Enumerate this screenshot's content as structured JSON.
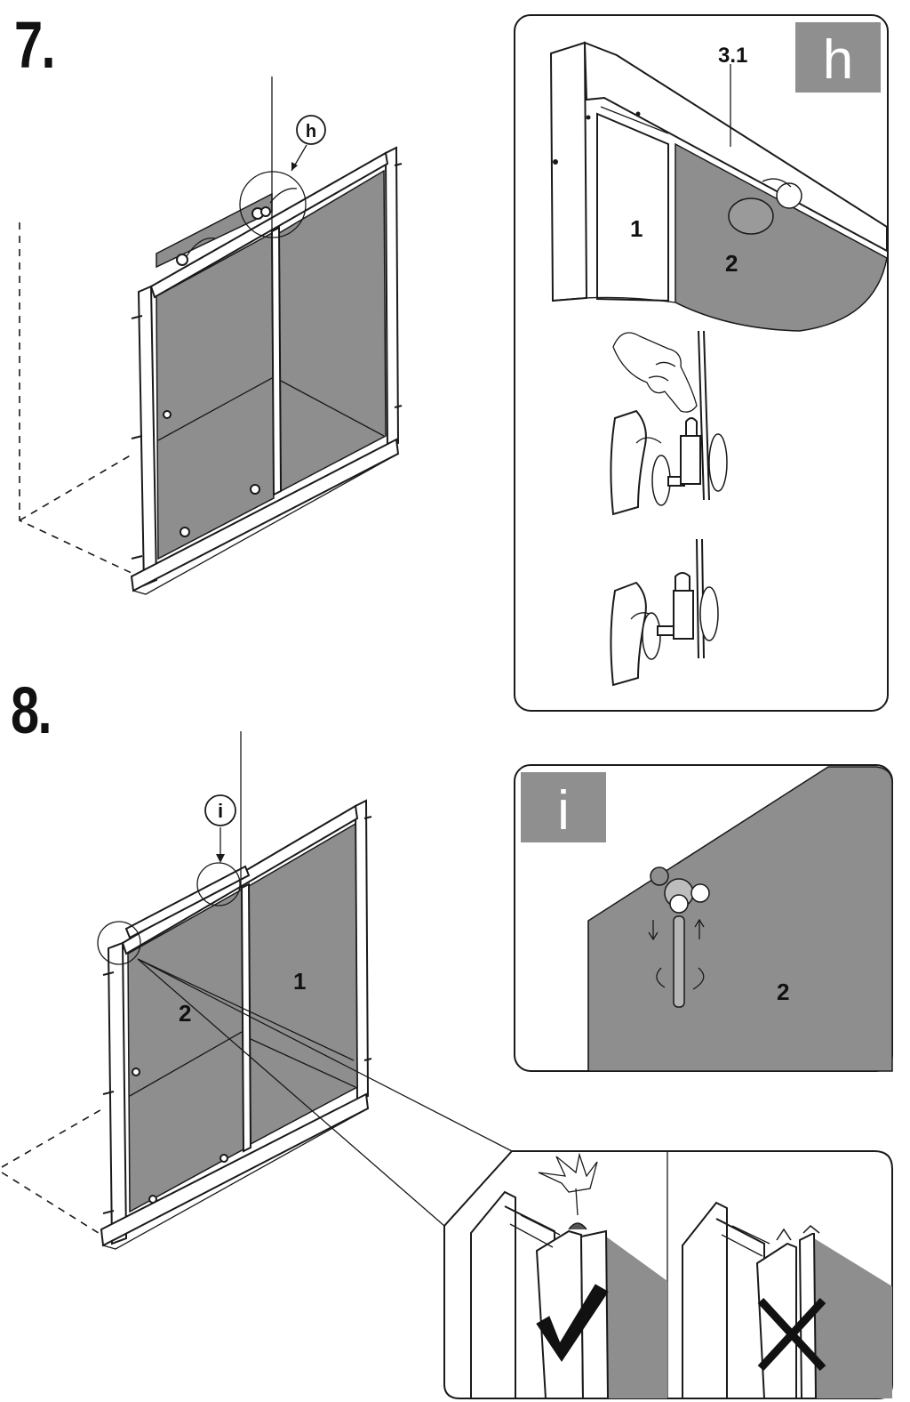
{
  "steps": {
    "step7": "7.",
    "step8": "8."
  },
  "callouts": {
    "h": "h",
    "i": "i"
  },
  "detail_h": {
    "badge": "h",
    "part_3_1": "3.1",
    "part_1": "1",
    "part_2": "2"
  },
  "detail_i": {
    "badge": "i",
    "part_2": "2"
  },
  "step8_labels": {
    "panel_1": "1",
    "panel_2": "2"
  },
  "colors": {
    "glass": "#8e8e8e",
    "badge": "#8f8f8f",
    "line": "#1a1a1a"
  },
  "icons": {
    "correct": "check-icon",
    "wrong": "cross-icon"
  }
}
